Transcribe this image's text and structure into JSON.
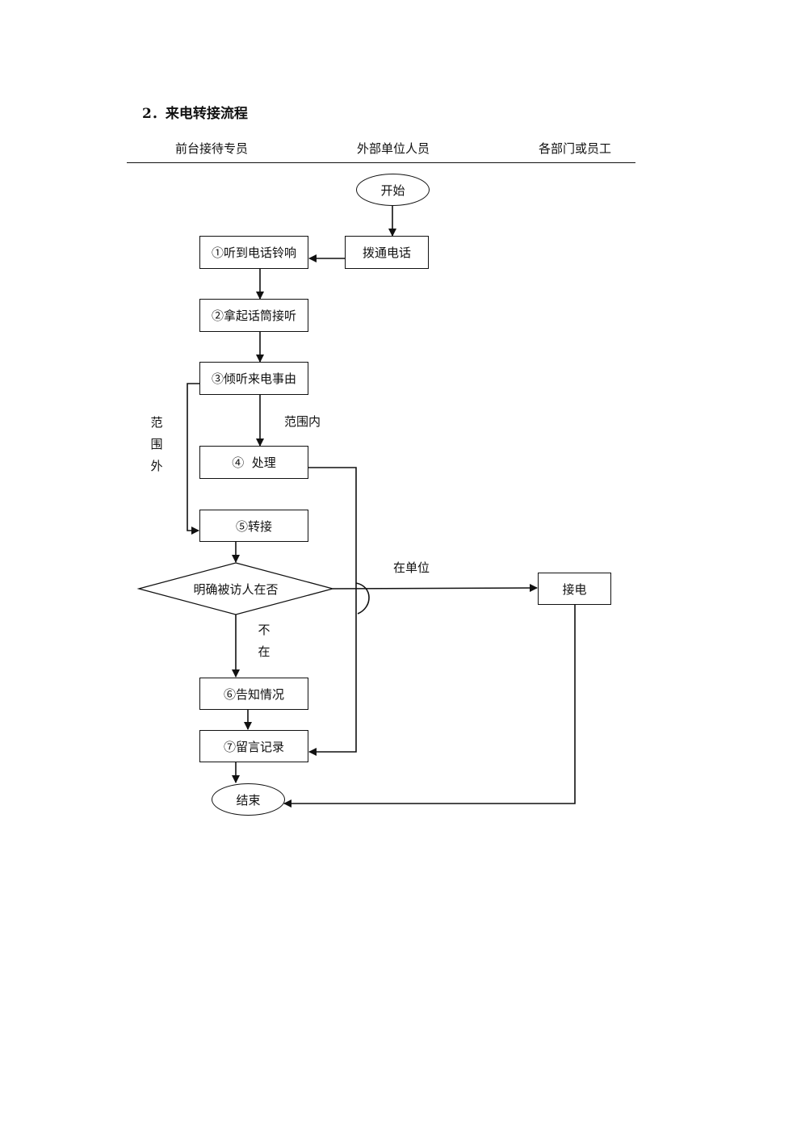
{
  "title": "2．来电转接流程",
  "lanes": [
    "前台接待专员",
    "外部单位人员",
    "各部门或员工"
  ],
  "nodes": {
    "start": "开始",
    "dial": "拨通电话",
    "ring": "①听到电话铃响",
    "pickup": "②拿起话筒接听",
    "listen": "③倾听来电事由",
    "handle": "④  处理",
    "transfer": "⑤转接",
    "decision": "明确被访人在否",
    "answer": "接电",
    "inform": "⑥告知情况",
    "message": "⑦留言记录",
    "end": "结束"
  },
  "labels": {
    "in_scope": "范围内",
    "out_scope": [
      "范",
      "围",
      "外"
    ],
    "present": "在单位",
    "absent": [
      "不",
      "在"
    ]
  }
}
